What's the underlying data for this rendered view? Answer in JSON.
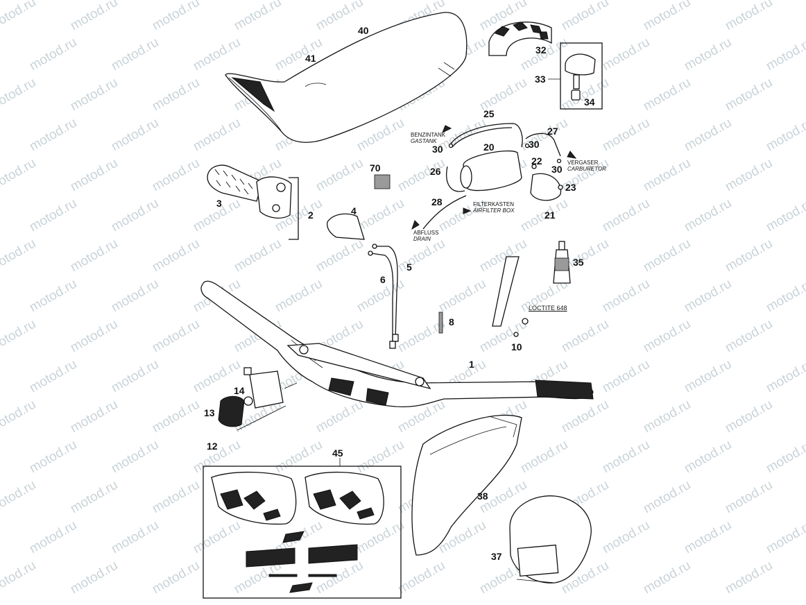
{
  "watermark": "motod.ru",
  "parts": {
    "p1": "1",
    "p2": "2",
    "p3": "3",
    "p4": "4",
    "p5": "5",
    "p6": "6",
    "p8": "8",
    "p10": "10",
    "p12": "12",
    "p13": "13",
    "p14": "14",
    "p20": "20",
    "p21": "21",
    "p22": "22",
    "p23": "23",
    "p25": "25",
    "p26": "26",
    "p27": "27",
    "p28": "28",
    "p30": "30",
    "p32": "32",
    "p33": "33",
    "p34": "34",
    "p35": "35",
    "p37": "37",
    "p38": "38",
    "p40": "40",
    "p41": "41",
    "p45": "45",
    "p70": "70"
  },
  "notes": {
    "benzintank": "BENZINTANK",
    "gastank": "GASTANK",
    "vergaser": "VERGASER",
    "carburetor": "CARBURETOR",
    "filterkasten": "FILTERKASTEN",
    "airfilter_box": "AIRFILTER BOX",
    "abfluss": "ABFLUSS",
    "drain": "DRAIN",
    "loctite": "LOCTITE 648"
  }
}
